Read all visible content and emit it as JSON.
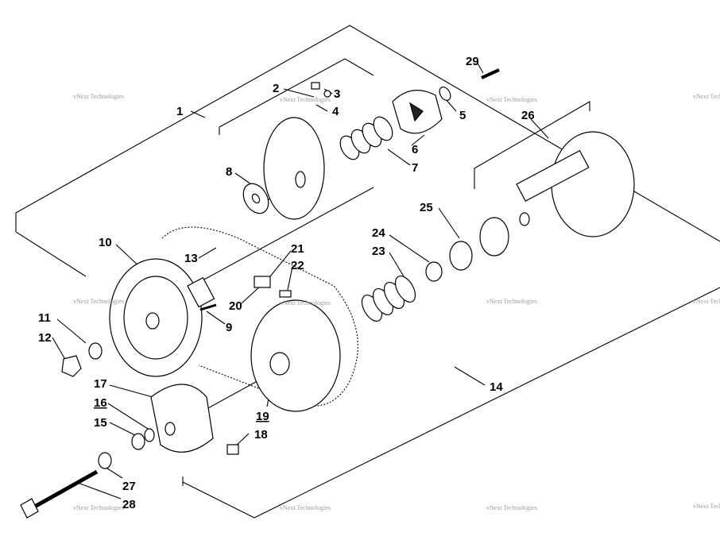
{
  "callouts": [
    {
      "id": "1",
      "text": "1"
    },
    {
      "id": "2",
      "text": "2"
    },
    {
      "id": "3",
      "text": "3"
    },
    {
      "id": "4",
      "text": "4"
    },
    {
      "id": "5",
      "text": "5"
    },
    {
      "id": "6",
      "text": "6"
    },
    {
      "id": "7",
      "text": "7"
    },
    {
      "id": "8",
      "text": "8"
    },
    {
      "id": "9",
      "text": "9"
    },
    {
      "id": "10",
      "text": "10"
    },
    {
      "id": "11",
      "text": "11"
    },
    {
      "id": "12",
      "text": "12"
    },
    {
      "id": "13",
      "text": "13"
    },
    {
      "id": "14",
      "text": "14"
    },
    {
      "id": "15",
      "text": "15"
    },
    {
      "id": "16",
      "text": "16"
    },
    {
      "id": "17",
      "text": "17"
    },
    {
      "id": "18",
      "text": "18"
    },
    {
      "id": "19",
      "text": "19"
    },
    {
      "id": "20",
      "text": "20"
    },
    {
      "id": "21",
      "text": "21"
    },
    {
      "id": "22",
      "text": "22"
    },
    {
      "id": "23",
      "text": "23"
    },
    {
      "id": "24",
      "text": "24"
    },
    {
      "id": "25",
      "text": "25"
    },
    {
      "id": "26",
      "text": "26"
    },
    {
      "id": "27",
      "text": "27"
    },
    {
      "id": "28",
      "text": "28"
    },
    {
      "id": "29",
      "text": "29"
    }
  ],
  "watermark": {
    "text": "vNext Technologies"
  },
  "colors": {
    "line": "#000000",
    "watermark": "#9a9a9a",
    "background": "#ffffff"
  }
}
